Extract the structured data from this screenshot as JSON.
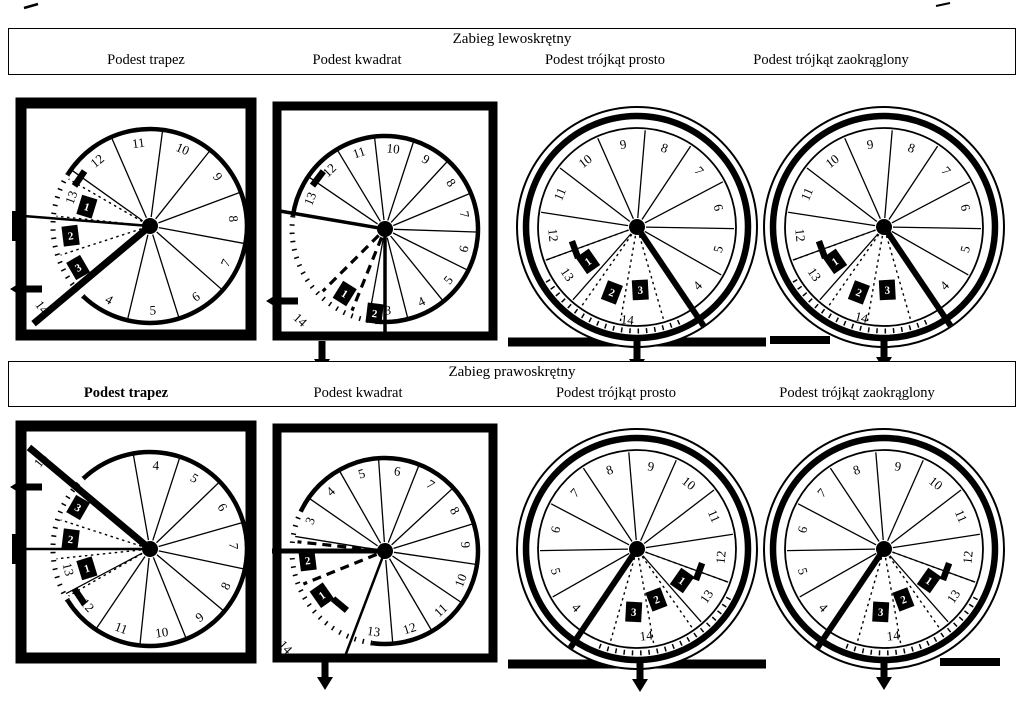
{
  "header_top": {
    "title": "Zabieg lewoskrętny",
    "columns": [
      {
        "label": "Podest trapez",
        "bold": false
      },
      {
        "label": "Podest kwadrat",
        "bold": false
      },
      {
        "label": "Podest trójkąt prosto",
        "bold": false
      },
      {
        "label": "Podest trójkąt zaokrąglony",
        "bold": false
      }
    ]
  },
  "header_bottom": {
    "title": "Zabieg prawoskrętny",
    "columns": [
      {
        "label": "Podest trapez",
        "bold": true
      },
      {
        "label": "Podest kwadrat",
        "bold": false
      },
      {
        "label": "Podest trójkąt prosto",
        "bold": false
      },
      {
        "label": "Podest trójkąt zaokrąglony",
        "bold": false
      }
    ]
  },
  "diagrams": [
    {
      "id": "lewo-trapez",
      "variant": "Podest trapez",
      "turn": "lewoskrętny",
      "tread_labels": [
        "4",
        "5",
        "6",
        "7",
        "8",
        "9",
        "10",
        "11",
        "12",
        "13"
      ],
      "landing_label": "14",
      "entry_step_labels": [
        "1",
        "2",
        "3"
      ]
    },
    {
      "id": "lewo-kwadrat",
      "variant": "Podest kwadrat",
      "turn": "lewoskrętny",
      "tread_labels": [
        "3",
        "4",
        "5",
        "6",
        "7",
        "8",
        "9",
        "10",
        "11",
        "12",
        "13"
      ],
      "landing_label": "14",
      "entry_step_labels": [
        "1",
        "2"
      ]
    },
    {
      "id": "lewo-trojkat-prosto",
      "variant": "Podest trójkąt prosto",
      "turn": "lewoskrętny",
      "tread_labels": [
        "4",
        "5",
        "6",
        "7",
        "8",
        "9",
        "10",
        "11",
        "12",
        "13"
      ],
      "landing_label": "14",
      "entry_step_labels": [
        "1",
        "2",
        "3"
      ]
    },
    {
      "id": "lewo-trojkat-zaokraglony",
      "variant": "Podest trójkąt zaokrąglony",
      "turn": "lewoskrętny",
      "tread_labels": [
        "4",
        "5",
        "6",
        "7",
        "8",
        "9",
        "10",
        "11",
        "12",
        "13"
      ],
      "landing_label": "14",
      "entry_step_labels": [
        "1",
        "2",
        "3"
      ]
    },
    {
      "id": "prawo-trapez",
      "variant": "Podest trapez",
      "turn": "prawoskrętny",
      "tread_labels": [
        "4",
        "5",
        "6",
        "7",
        "8",
        "9",
        "10",
        "11",
        "12",
        "13"
      ],
      "landing_label": "14",
      "entry_step_labels": [
        "1",
        "2",
        "3"
      ]
    },
    {
      "id": "prawo-kwadrat",
      "variant": "Podest kwadrat",
      "turn": "prawoskrętny",
      "tread_labels": [
        "3",
        "4",
        "5",
        "6",
        "7",
        "8",
        "9",
        "10",
        "11",
        "12",
        "13"
      ],
      "landing_label": "14",
      "entry_step_labels": [
        "1",
        "2"
      ]
    },
    {
      "id": "prawo-trojkat-prosto",
      "variant": "Podest trójkąt prosto",
      "turn": "prawoskrętny",
      "tread_labels": [
        "4",
        "5",
        "6",
        "7",
        "8",
        "9",
        "10",
        "11",
        "12",
        "13"
      ],
      "landing_label": "14",
      "entry_step_labels": [
        "1",
        "2",
        "3"
      ]
    },
    {
      "id": "prawo-trojkat-zaokraglony",
      "variant": "Podest trójkąt zaokrąglony",
      "turn": "prawoskrętny",
      "tread_labels": [
        "4",
        "5",
        "6",
        "7",
        "8",
        "9",
        "10",
        "11",
        "12",
        "13"
      ],
      "landing_label": "14",
      "entry_step_labels": [
        "1",
        "2",
        "3"
      ]
    }
  ],
  "colors": {
    "ink": "#000000",
    "paper": "#ffffff"
  }
}
